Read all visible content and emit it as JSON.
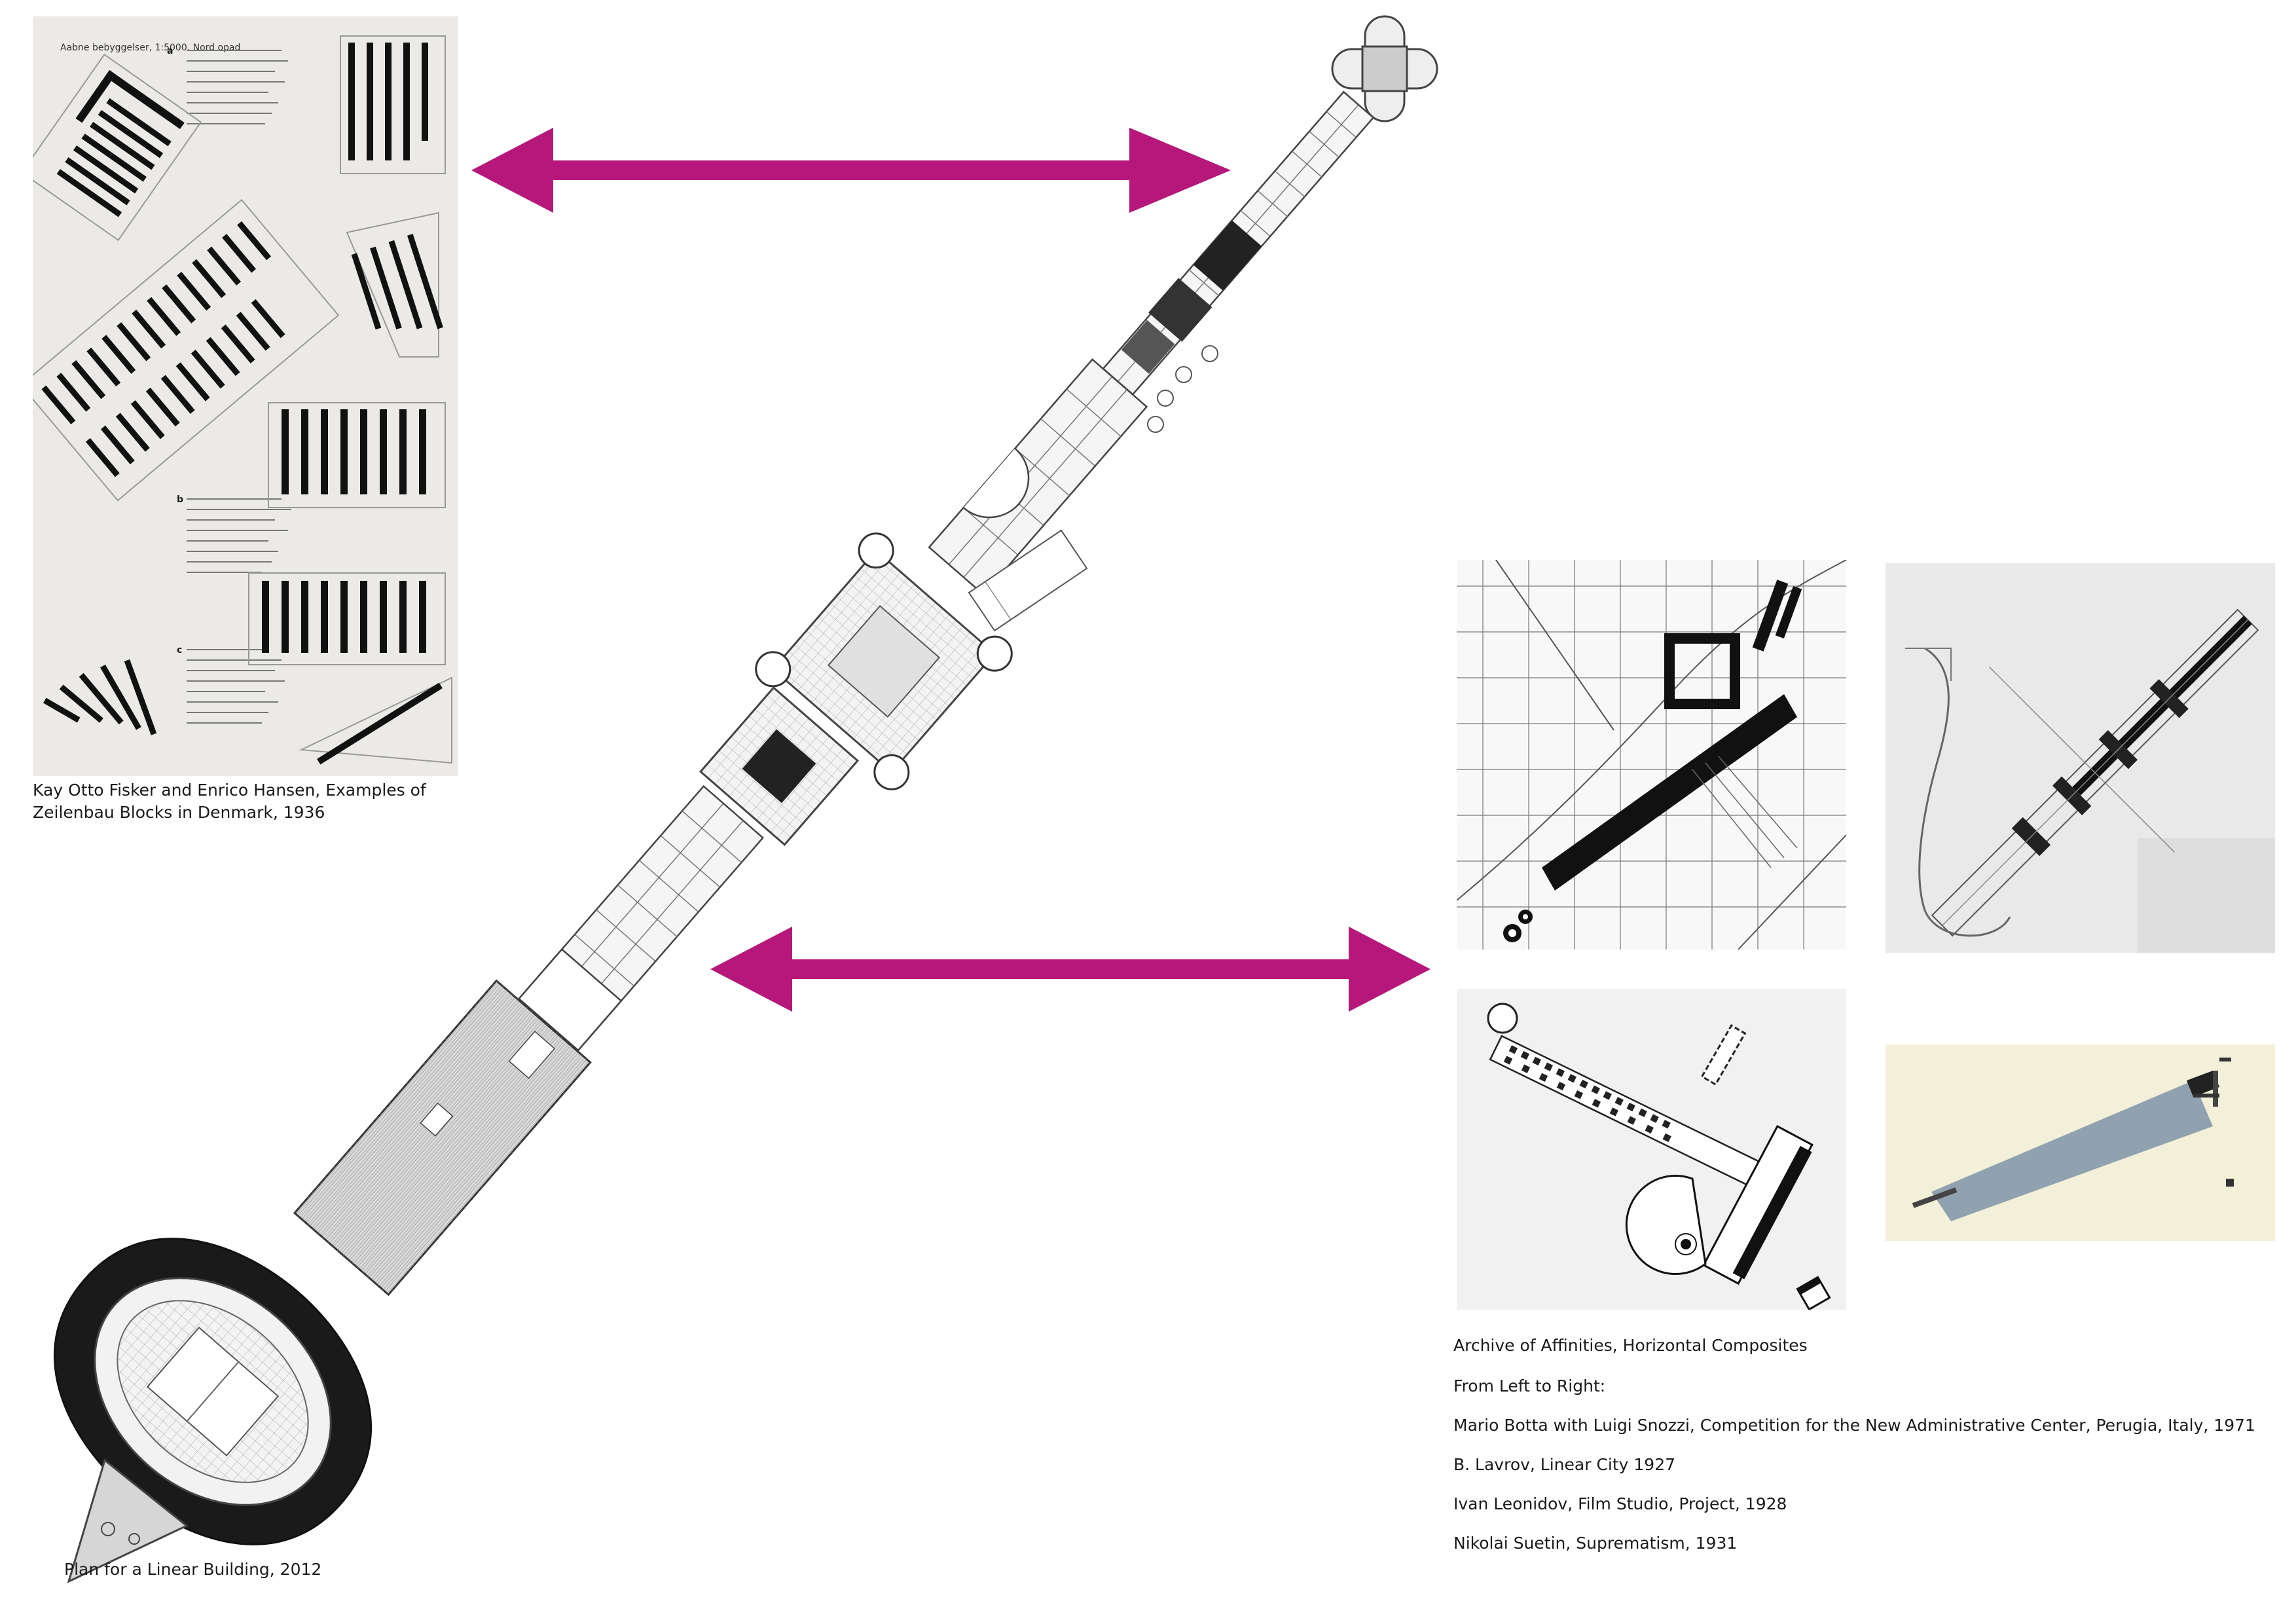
{
  "fisker": {
    "caption_line1": "Kay Otto Fisker and Enrico Hansen, Examples of",
    "caption_line2": "Zeilenbau Blocks in Denmark, 1936",
    "sheet_title": "Aabne bebyggelser, 1:5000. Nord opad",
    "key_a": "a",
    "key_b": "b",
    "key_c": "c"
  },
  "plan": {
    "caption": "Plan for a Linear Building, 2012"
  },
  "archive": {
    "title": "Archive of Affinities, Horizontal Composites",
    "subtitle": "From Left to Right:",
    "entries": [
      "Mario Botta with Luigi Snozzi, Competition for the New Administrative Center, Perugia, Italy, 1971",
      "B. Lavrov, Linear City 1927",
      "Ivan Leonidov, Film Studio, Project, 1928",
      "Nikolai Suetin, Suprematism, 1931"
    ]
  },
  "colors": {
    "arrow": "#b5187a",
    "ink": "#1a1a1a",
    "paper": "#ffffff"
  }
}
